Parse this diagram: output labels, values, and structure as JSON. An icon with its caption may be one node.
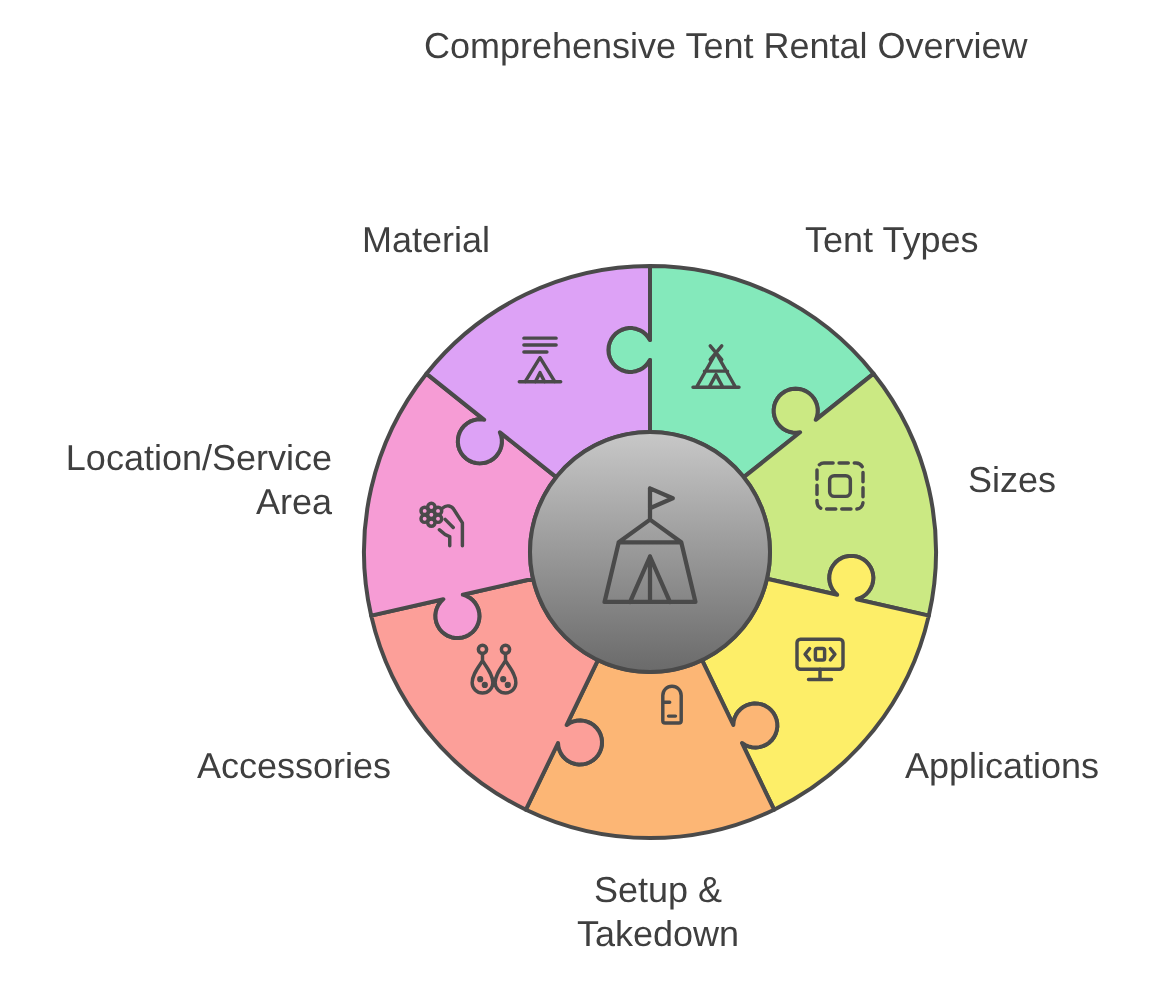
{
  "diagram": {
    "title": "Comprehensive Tent Rental Overview",
    "nodes": [
      {
        "text": [],
        "shape": "circle"
      },
      {
        "text": [
          "Tent Types"
        ]
      },
      {
        "text": [
          "Sizes"
        ]
      },
      {
        "text": [
          "Applications"
        ]
      },
      {
        "text": [
          "Setup & Takedown"
        ]
      },
      {
        "text": [
          "Accessories"
        ]
      },
      {
        "text": [
          "Location/Service Area"
        ]
      },
      {
        "text": [
          "Material"
        ]
      }
    ]
  }
}
